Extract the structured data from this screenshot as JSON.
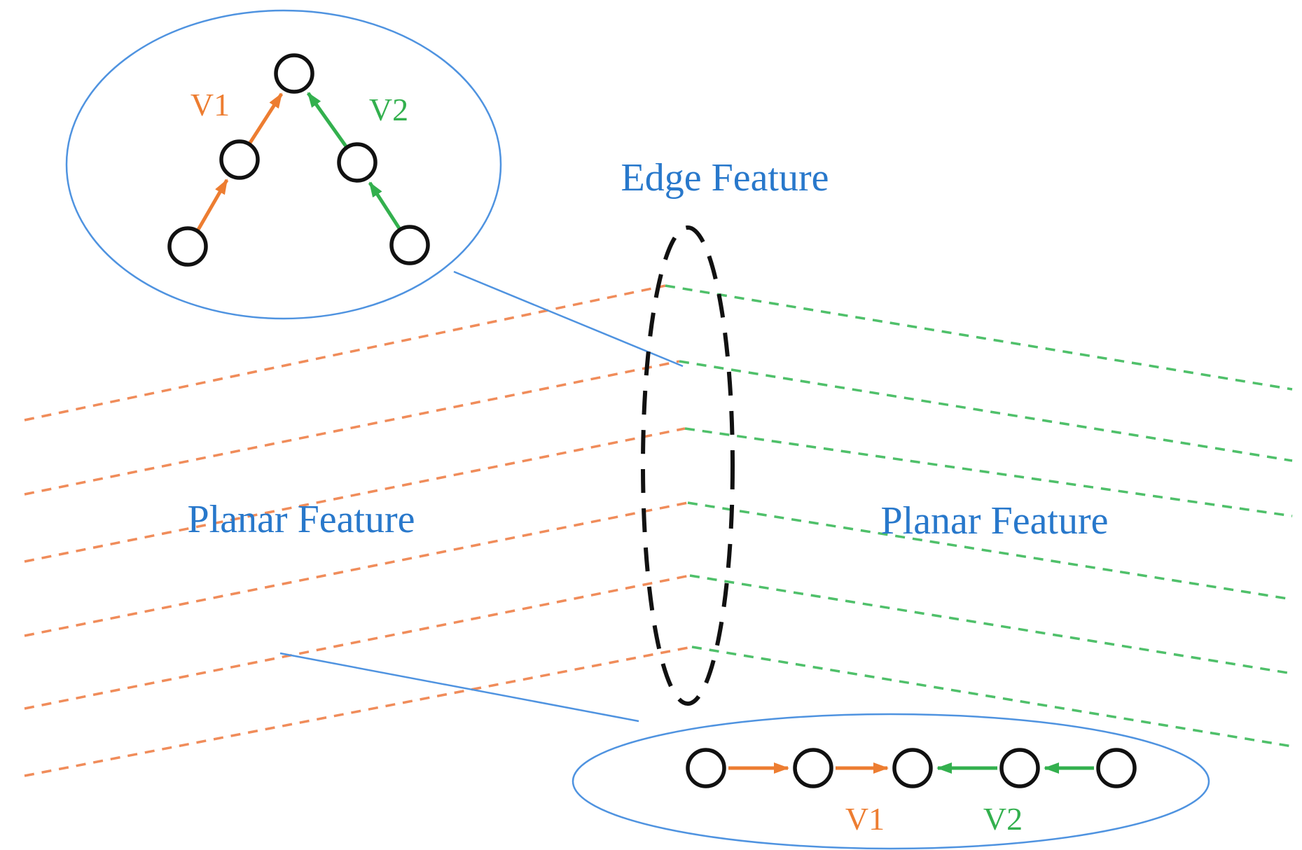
{
  "figure": {
    "description": "Edge and planar feature extraction diagram"
  },
  "colors": {
    "background": "#ffffff",
    "blue": "#2878cb",
    "blue-light": "#4f93e0",
    "orange": "#ed7d31",
    "orange-dash": "#f08c5a",
    "green": "#33b04e",
    "green-dash": "#4fc06a",
    "black": "#111111",
    "node-fill": "#ffffff"
  },
  "labels": {
    "edge_feature": "Edge Feature",
    "planar_left": "Planar Feature",
    "planar_right": "Planar Feature",
    "v1_top": "V1",
    "v2_top": "V2",
    "v1_bottom": "V1",
    "v2_bottom": "V2"
  }
}
